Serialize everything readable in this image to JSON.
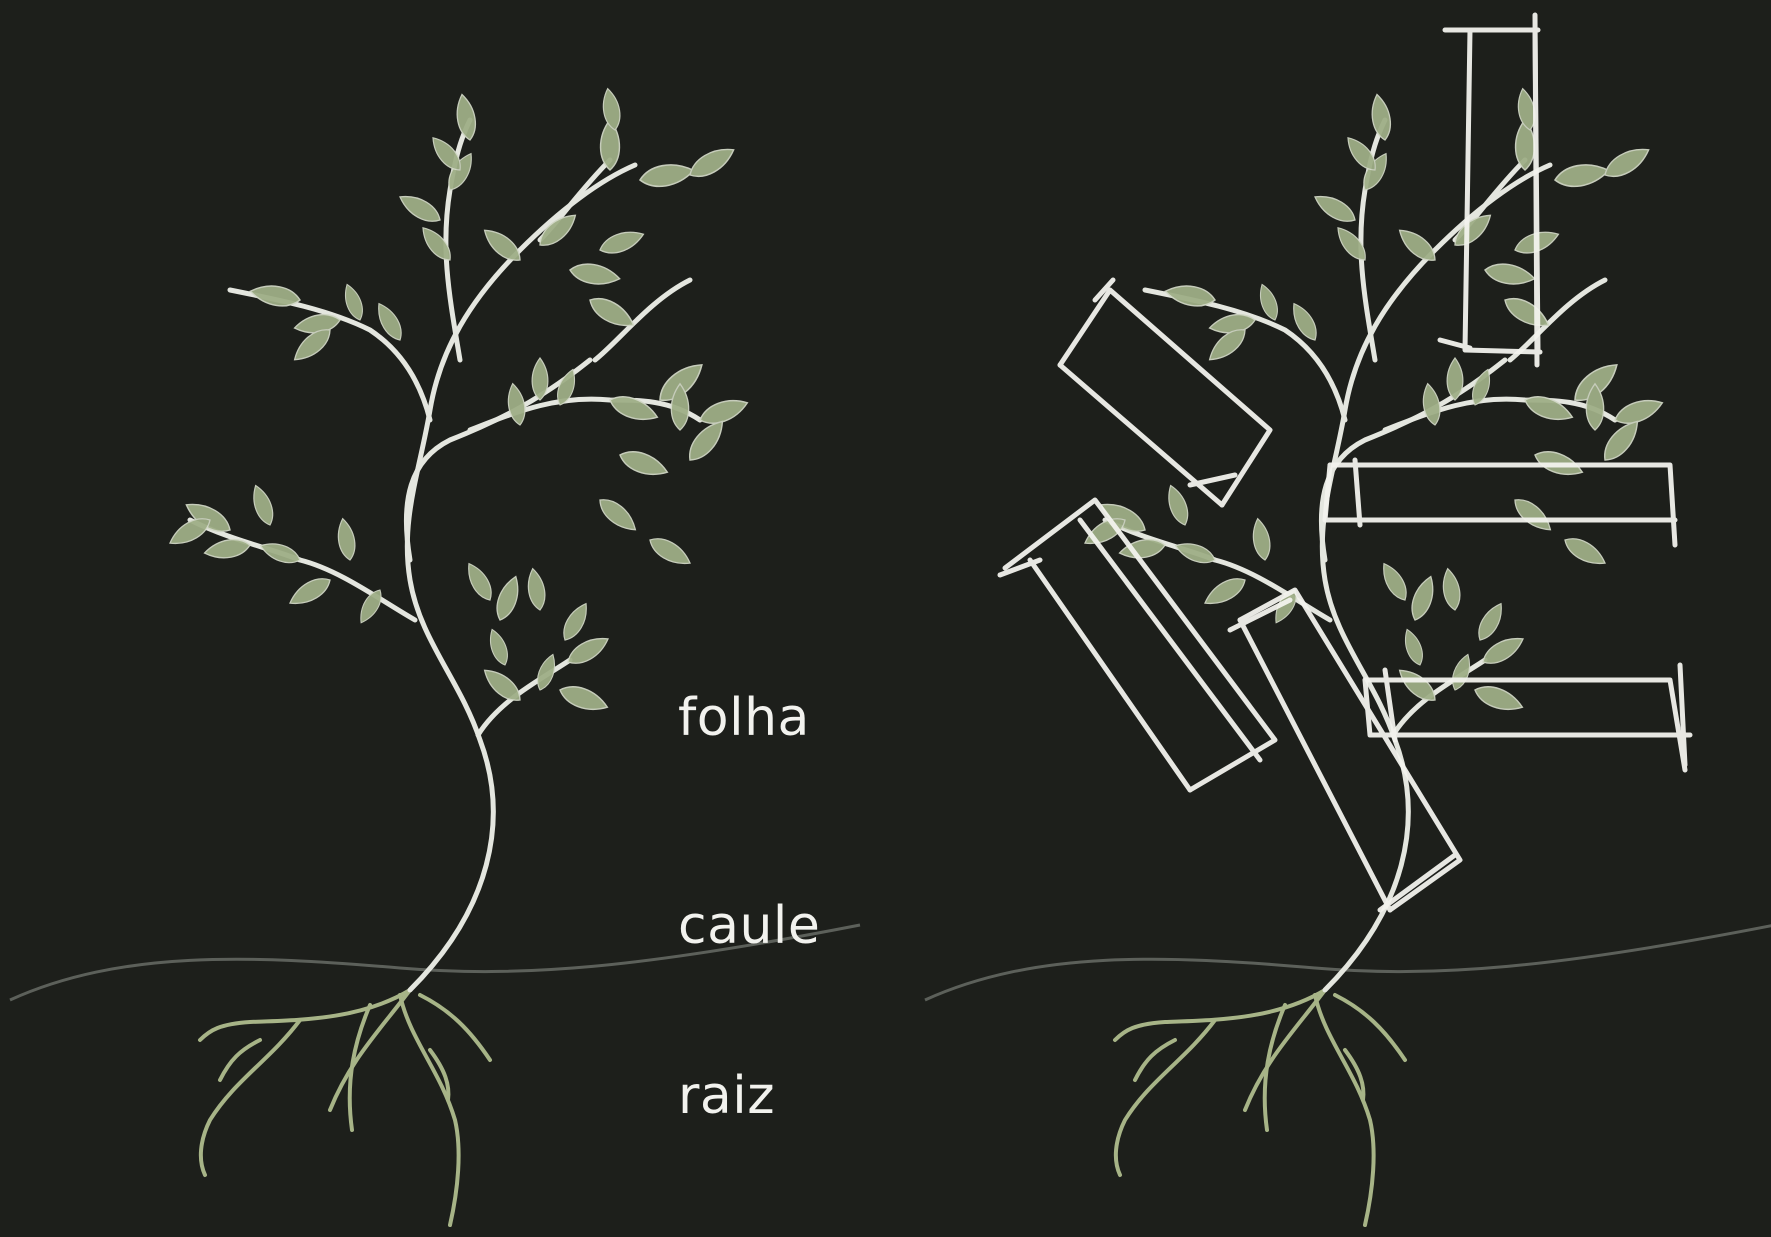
{
  "labels": {
    "leaf": "folha",
    "stem": "caule",
    "root": "raiz"
  },
  "colors": {
    "background": "#1d1f1b",
    "stem": "#e4e6df",
    "leaf": "#9fae86",
    "root": "#a7b487",
    "sketch": "#f3f3ee",
    "ground": "#6d716a",
    "text": "#f2f2ee"
  },
  "illustration": {
    "left": {
      "subject": "plant with leaves, stem and roots"
    },
    "right": {
      "subject": "same plant with overlaid rectangle sketches",
      "rectangle_count": 6
    }
  }
}
